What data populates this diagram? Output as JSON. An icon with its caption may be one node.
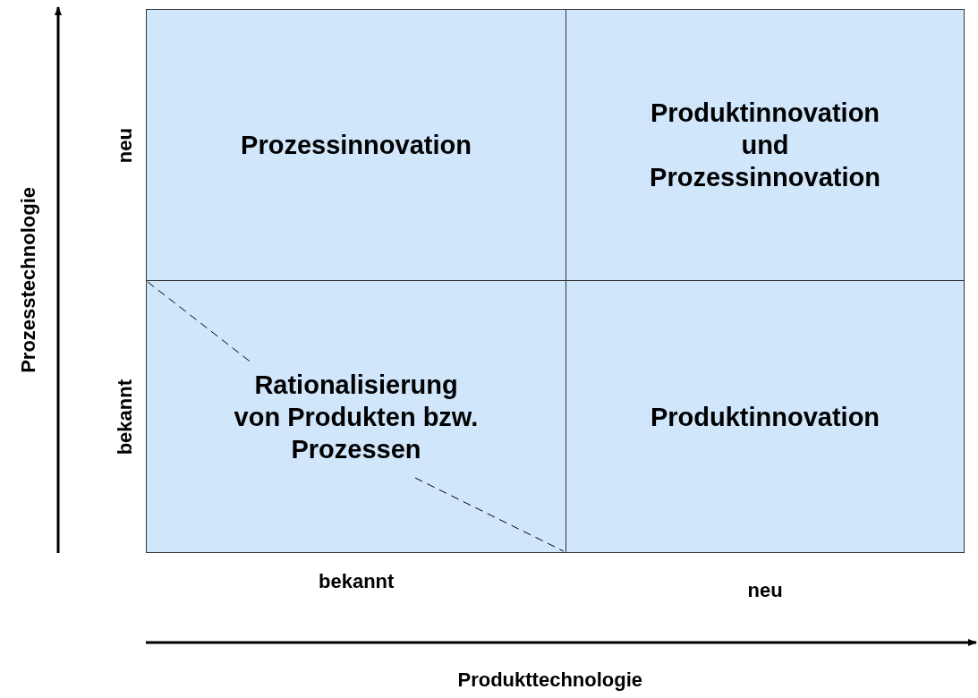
{
  "diagram": {
    "nodes": [
      {
        "text": [
          "Prozessinnovation"
        ]
      },
      {
        "text": [
          "Produktinnovation und Prozessinnovation"
        ]
      },
      {
        "text": [
          "Rationalisierung von Produkten bzw. Prozessen"
        ]
      },
      {
        "text": [
          "Produktinnovation"
        ]
      }
    ],
    "labels": [
      "Prozesstechnologie",
      "neu",
      "bekannt",
      "bekannt",
      "neu",
      "Produkttechnologie"
    ]
  }
}
